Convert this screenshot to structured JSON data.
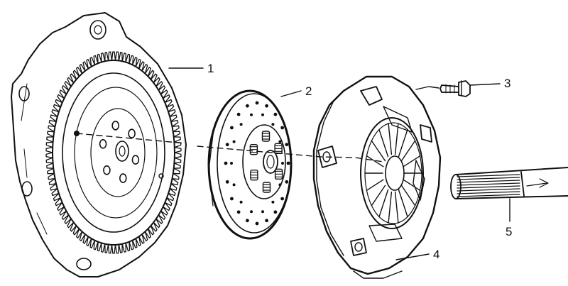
{
  "diagram": {
    "callouts": [
      {
        "id": "1",
        "text": "1"
      },
      {
        "id": "2",
        "text": "2"
      },
      {
        "id": "3",
        "text": "3"
      },
      {
        "id": "4",
        "text": "4"
      },
      {
        "id": "5",
        "text": "5"
      }
    ]
  },
  "colors": {
    "ink": "#111111",
    "paper": "#ffffff"
  }
}
